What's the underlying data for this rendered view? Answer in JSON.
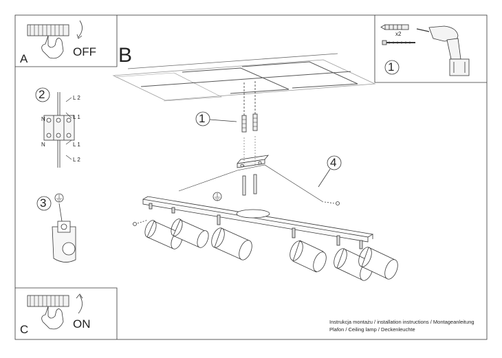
{
  "panels": {
    "a": {
      "letter": "A",
      "action": "OFF"
    },
    "b": {
      "letter": "B"
    },
    "c": {
      "letter": "C",
      "action": "ON"
    }
  },
  "steps": {
    "s1": "1",
    "s2": "2",
    "s3": "3",
    "s4": "4",
    "tools_step": "1"
  },
  "tools": {
    "quantity": "x2"
  },
  "wiring": {
    "n_top": "N",
    "n_bottom": "N",
    "l2_top": "L 2",
    "l1_top": "L 1",
    "l1_bottom": "L 1",
    "l2_bottom": "L 2"
  },
  "footer": {
    "line1": "Instrukcja montażu / installation instructions / Montageanleitung",
    "line2": "Plafon / Ceiling lamp / Deckenleuchte"
  }
}
